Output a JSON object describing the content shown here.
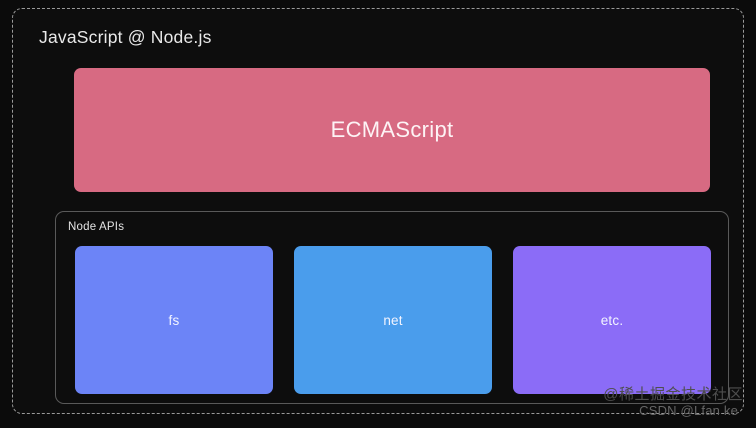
{
  "diagram": {
    "title": "JavaScript @ Node.js",
    "layers": {
      "ecmascript": {
        "label": "ECMAScript",
        "color": "#d76a82",
        "text_color": "#fdf3f5"
      },
      "node_apis": {
        "label": "Node APIs",
        "border_color": "#595959",
        "modules": [
          {
            "label": "fs",
            "color": "#6c84f7"
          },
          {
            "label": "net",
            "color": "#4a9dec"
          },
          {
            "label": "etc.",
            "color": "#8b6cf7"
          }
        ]
      }
    },
    "frame": {
      "border_color": "#9a9a9a",
      "border_style": "dashed"
    },
    "background": "#0b0b0b"
  },
  "watermarks": {
    "community": "@稀土掘金技术社区",
    "csdn": "CSDN @Lfan ke"
  }
}
